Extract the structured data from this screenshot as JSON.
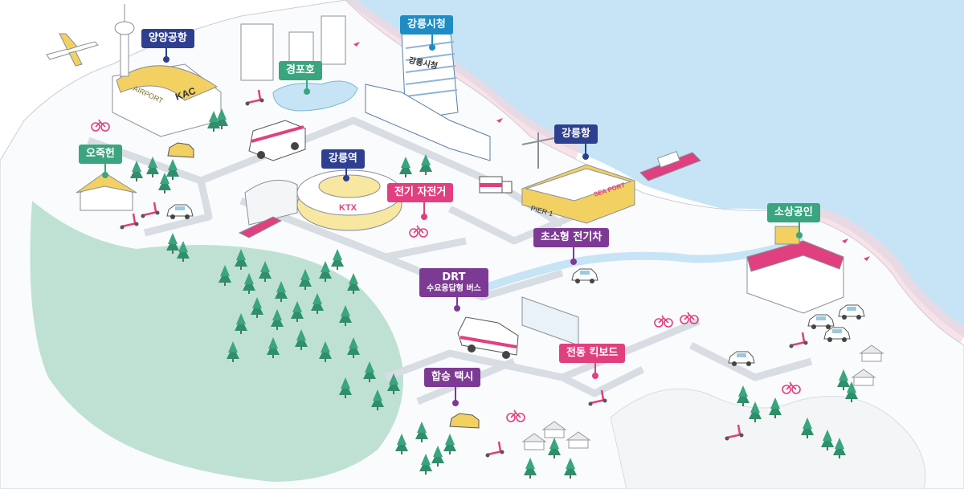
{
  "colors": {
    "sea": "#c6e4f5",
    "forest": "#bfe1d3",
    "road": "#d7dde3",
    "navy": "#2f3f8f",
    "teal": "#3aa57f",
    "blue": "#1f8cc4",
    "pink": "#e0407f",
    "purple": "#7d3a94"
  },
  "places": {
    "airport": "양양공항",
    "lake": "경포호",
    "city_hall": "강릉시청",
    "ojukheon": "오죽헌",
    "station": "강릉역",
    "harbor": "강릉항",
    "small_business": "소상공인"
  },
  "mobility": {
    "e_bike": "전기 자전거",
    "micro_ev": "초소형 전기차",
    "drt_title": "DRT",
    "drt_sub": "수요응답형 버스",
    "e_scooter": "전동 킥보드",
    "taxi": "합승 택시"
  },
  "signage": {
    "airport_roof": "AIRPORT",
    "airport_brand": "KAC",
    "ktx": "KTX",
    "pier": "PIER 1",
    "sea_port": "SEA PORT"
  },
  "icons": [
    "airplane-icon",
    "control-tower-icon",
    "tree-icon",
    "bicycle-icon",
    "scooter-icon",
    "car-icon",
    "van-icon",
    "ship-icon",
    "bird-icon"
  ]
}
